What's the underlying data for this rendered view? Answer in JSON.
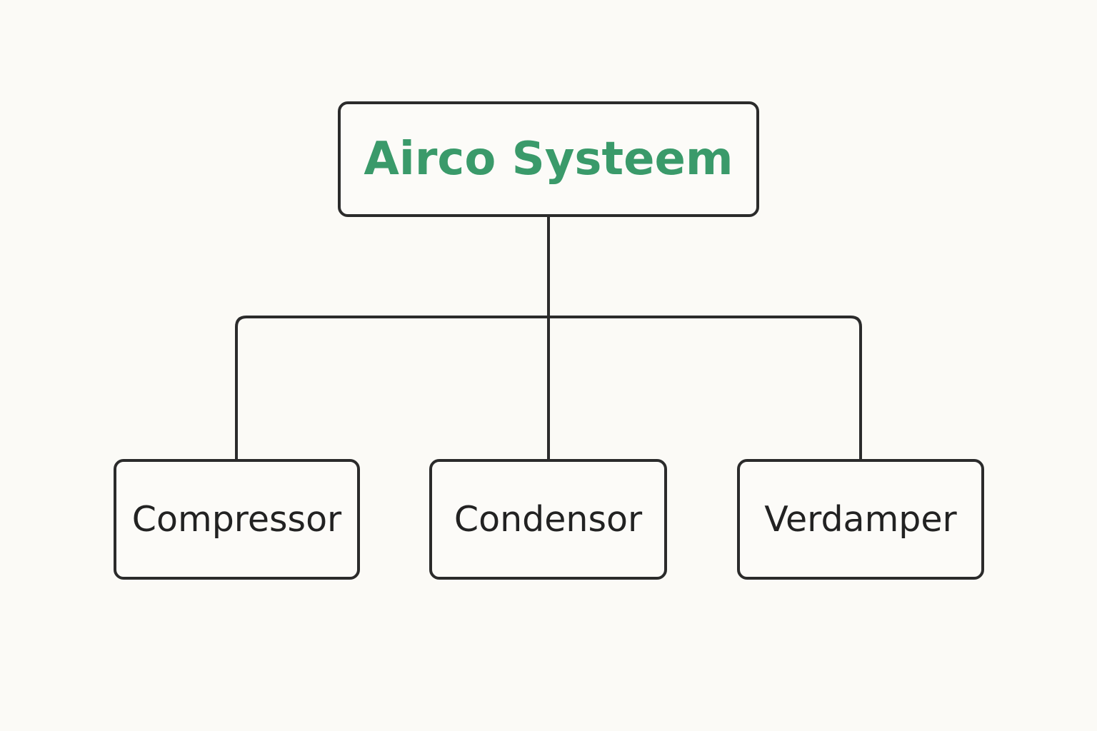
{
  "diagram": {
    "type": "hierarchy",
    "colors": {
      "background": "#fbfaf6",
      "stroke": "#2b2b2b",
      "root_text": "#3a9a6a",
      "child_text": "#222222"
    },
    "root": {
      "label": "Airco Systeem"
    },
    "children": [
      {
        "label": "Compressor"
      },
      {
        "label": "Condensor"
      },
      {
        "label": "Verdamper"
      }
    ],
    "edges": [
      {
        "from": "Airco Systeem",
        "to": "Compressor"
      },
      {
        "from": "Airco Systeem",
        "to": "Condensor"
      },
      {
        "from": "Airco Systeem",
        "to": "Verdamper"
      }
    ]
  }
}
